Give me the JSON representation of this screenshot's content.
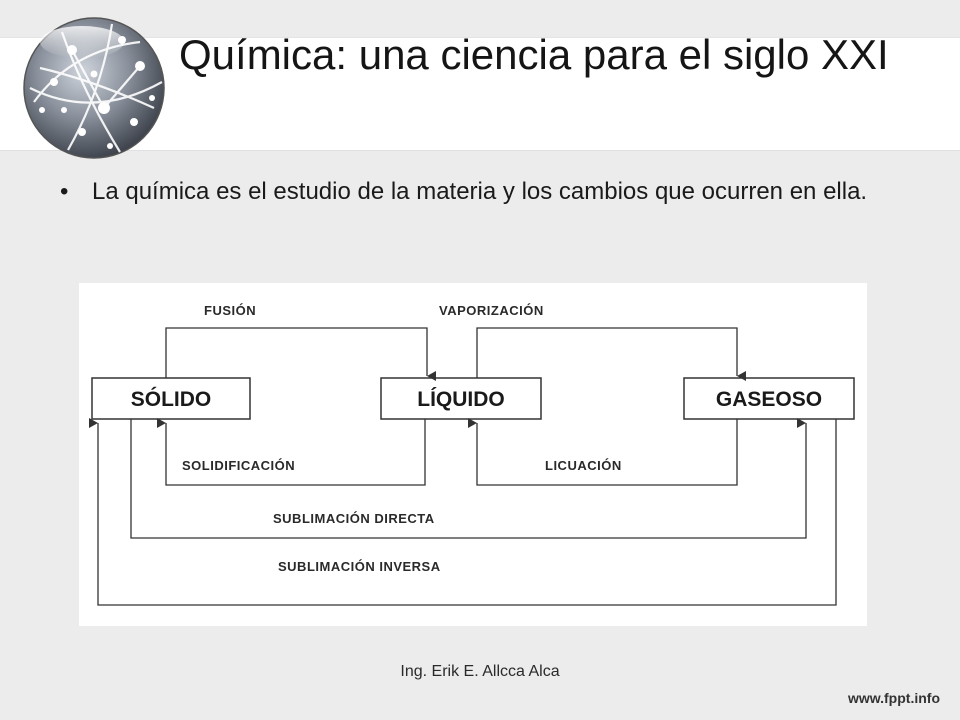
{
  "slide": {
    "title": "Química: una ciencia para el siglo XXI",
    "bullet_symbol": "•",
    "bullet_text": "La química es el estudio de la materia y los cambios que ocurren en ella."
  },
  "diagram": {
    "states": {
      "solid": "SÓLIDO",
      "liquid": "LÍQUIDO",
      "gas": "GASEOSO"
    },
    "processes": {
      "fusion": "FUSIÓN",
      "vaporization": "VAPORIZACIÓN",
      "solidification": "SOLIDIFICACIÓN",
      "liquefaction": "LICUACIÓN",
      "direct_sublimation": "SUBLIMACIÓN DIRECTA",
      "inverse_sublimation": "SUBLIMACIÓN INVERSA"
    }
  },
  "footer": {
    "author": "Ing. Erik E. Allcca Alca",
    "site": "www.fppt.info"
  }
}
